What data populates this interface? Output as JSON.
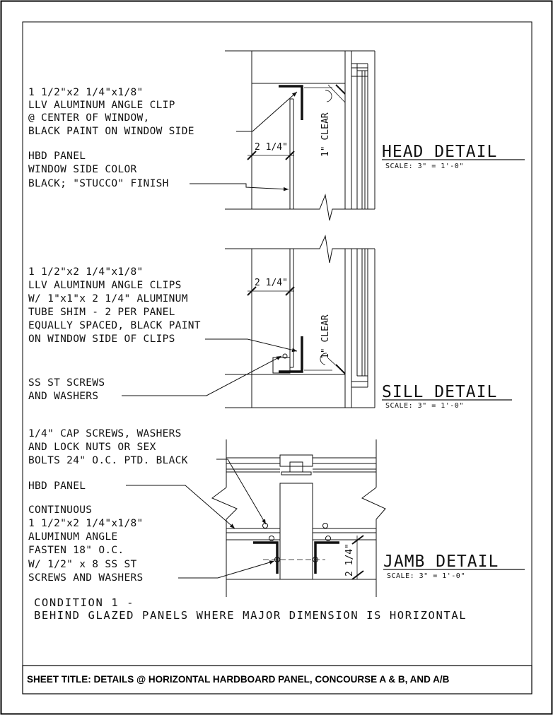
{
  "head_detail": {
    "title": "HEAD DETAIL",
    "scale": "SCALE: 3\" = 1'-0\"",
    "note_clip": [
      "1 1/2\"x2 1/4\"x1/8\"",
      "LLV ALUMINUM ANGLE CLIP",
      "@ CENTER OF WINDOW,",
      "BLACK PAINT ON WINDOW SIDE"
    ],
    "note_panel": [
      "HBD PANEL",
      "WINDOW SIDE COLOR",
      "BLACK; \"STUCCO\" FINISH"
    ],
    "dim_depth": "2 1/4\"",
    "dim_clear": "1\" CLEAR"
  },
  "sill_detail": {
    "title": "SILL DETAIL",
    "scale": "SCALE: 3\" = 1'-0\"",
    "note_clips": [
      "1 1/2\"x2 1/4\"x1/8\"",
      "LLV ALUMINUM ANGLE CLIPS",
      "W/ 1\"x1\"x 2 1/4\" ALUMINUM",
      "TUBE SHIM - 2 PER PANEL",
      "EQUALLY SPACED, BLACK PAINT",
      "ON WINDOW SIDE OF CLIPS"
    ],
    "note_screws": [
      "SS ST SCREWS",
      "AND WASHERS"
    ],
    "dim_depth": "2 1/4\"",
    "dim_clear": "1\" CLEAR"
  },
  "jamb_detail": {
    "title": "JAMB DETAIL",
    "scale": "SCALE: 3\" = 1'-0\"",
    "note_bolts": [
      "1/4\" CAP SCREWS, WASHERS",
      "AND LOCK NUTS OR SEX",
      "BOLTS 24\" O.C. PTD. BLACK"
    ],
    "note_panel": [
      "HBD PANEL"
    ],
    "note_angle": [
      "CONTINUOUS",
      "1 1/2\"x2 1/4\"x1/8\"",
      "ALUMINUM ANGLE",
      "FASTEN 18\" O.C.",
      "W/ 1/2\" x 8 SS ST",
      "SCREWS AND WASHERS"
    ],
    "dim_depth": "2 1/4\""
  },
  "condition": [
    "CONDITION 1 -",
    "BEHIND GLAZED PANELS WHERE MAJOR DIMENSION IS HORIZONTAL"
  ],
  "sheet_title": "SHEET TITLE:  DETAILS @ HORIZONTAL HARDBOARD PANEL, CONCOURSE A & B, AND A/B"
}
